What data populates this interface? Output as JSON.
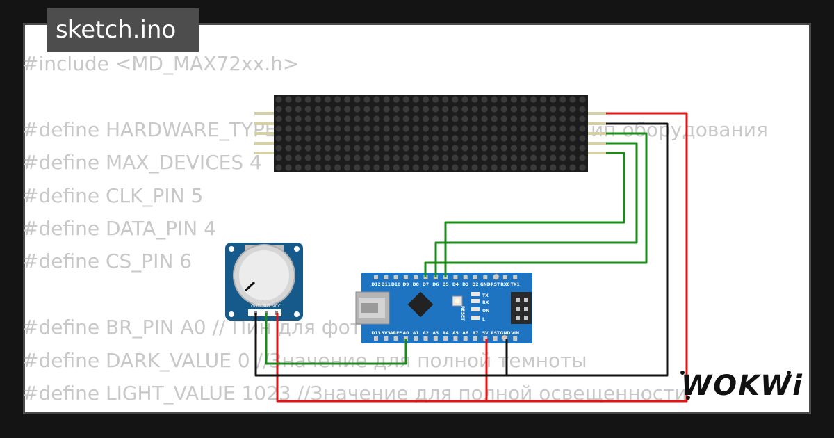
{
  "file_tab": {
    "title": "sketch.ino"
  },
  "code_lines": [
    "#include <MD_MAX72xx.h>",
    "",
    "#define HARDWARE_TYPE MD_MAX72XX::PAROLA_HW // Тип оборудования",
    "#define MAX_DEVICES 4",
    "#define CLK_PIN 5",
    "#define DATA_PIN 4",
    "#define CS_PIN 6",
    "",
    "#define BR_PIN A0 // Пин для фоторезистора",
    "#define DARK_VALUE 0 //Значение для полной темноты",
    "#define LIGHT_VALUE 1023 //Значение для полной освещенности"
  ],
  "logo": {
    "text": "WOKWi"
  },
  "arduino": {
    "top_pins": [
      "D12",
      "D11",
      "D10",
      "D9",
      "D8",
      "D7",
      "D6",
      "D5",
      "D4",
      "D3",
      "D2",
      "GND",
      "RST",
      "RX0",
      "TX1"
    ],
    "bottom_pins": [
      "D13",
      "3V3",
      "AREF",
      "A0",
      "A1",
      "A2",
      "A3",
      "A4",
      "A5",
      "A6",
      "A7",
      "5V",
      "RST",
      "GND",
      "VIN"
    ],
    "reset_label": "RESET",
    "led_labels": [
      "TX",
      "RX",
      "ON",
      "L"
    ]
  },
  "potentiometer": {
    "pins": [
      "GND",
      "SIG",
      "VCC"
    ]
  },
  "colors": {
    "wire_red": "#e01414",
    "wire_black": "#111111",
    "wire_green": "#198c19",
    "board": "#1f74c2",
    "pot_board": "#155a8a",
    "matrix": "#1c1c1c"
  }
}
